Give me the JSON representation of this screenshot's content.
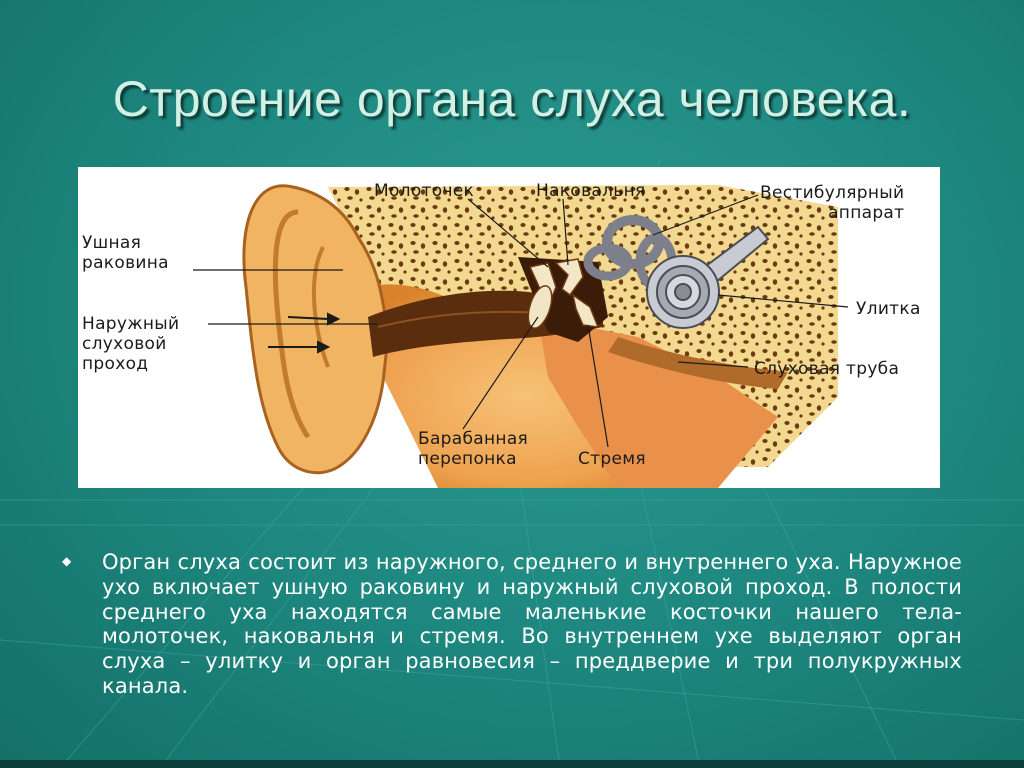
{
  "slide": {
    "title": "Строение органа слуха человека.",
    "bullet_text": "Орган слуха состоит из наружного, среднего и внутреннего уха. Наружное ухо включает ушную раковину и наружный слуховой проход. В полости среднего уха  находятся  самые маленькие косточки нашего тела- молоточек, наковальня и стремя.  Во внутреннем  ухе выделяют орган слуха – улитку и орган равновесия – преддверие и три полукружных канала.",
    "bullet_marker": "◆"
  },
  "diagram": {
    "labels": {
      "auricle_line1": "Ушная",
      "auricle_line2": "раковина",
      "canal_line1": "Наружный",
      "canal_line2": "слуховой",
      "canal_line3": "проход",
      "hammer": "Молоточек",
      "anvil": "Наковальня",
      "vestibular_line1": "Вестибулярный",
      "vestibular_line2": "аппарат",
      "cochlea": "Улитка",
      "eustachian": "Слуховая труба",
      "eardrum_line1": "Барабанная",
      "eardrum_line2": "перепонка",
      "stirrup": "Стремя"
    },
    "colors": {
      "flesh": "#f1b25e",
      "flesh_dark": "#d9822c",
      "bone": "#f3d98f",
      "bone_pore": "#6b3a13",
      "canal": "#5a2d0e",
      "inner_ear": "#b9bcc3",
      "tissue": "#e9914a"
    }
  }
}
